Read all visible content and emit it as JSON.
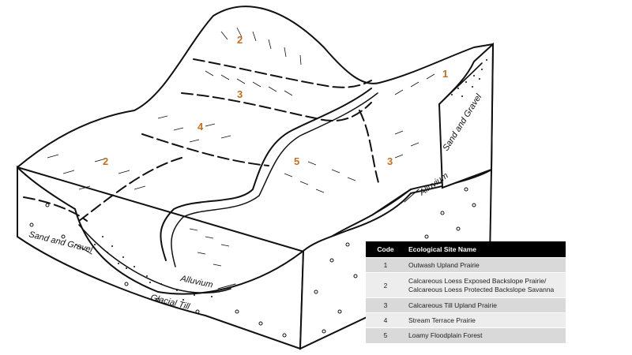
{
  "diagram": {
    "zone_labels": [
      {
        "id": "top",
        "text": "2"
      },
      {
        "id": "upper",
        "text": "3"
      },
      {
        "id": "middle",
        "text": "4"
      },
      {
        "id": "left",
        "text": "2"
      },
      {
        "id": "floodplain",
        "text": "5"
      },
      {
        "id": "right",
        "text": "3"
      },
      {
        "id": "outwash",
        "text": "1"
      }
    ],
    "geology_labels": {
      "sand_gravel_right": "Sand and Gravel",
      "sand_gravel_left": "Sand and Gravel",
      "alluvium_right": "Alluvium",
      "alluvium_front": "Alluvium",
      "glacial_till": "Glacial Till"
    },
    "colors": {
      "code_label": "#c07020",
      "ink": "#111111"
    }
  },
  "legend": {
    "headers": {
      "code": "Code",
      "name": "Ecological Site Name"
    },
    "rows": [
      {
        "code": "1",
        "name": "Outwash Upland Prairie"
      },
      {
        "code": "2",
        "name": "Calcareous Loess Exposed Backslope Prairie/ Calcareous Loess Protected Backslope Savanna"
      },
      {
        "code": "3",
        "name": "Calcareous Till Upland Prairie"
      },
      {
        "code": "4",
        "name": "Stream Terrace Prairie"
      },
      {
        "code": "5",
        "name": "Loamy Floodplain Forest"
      }
    ]
  }
}
